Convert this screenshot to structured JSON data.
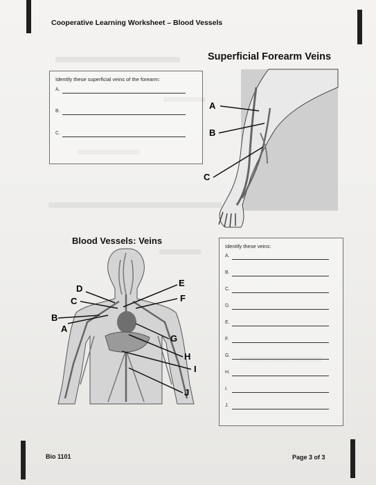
{
  "header": {
    "title": "Cooperative Learning Worksheet – Blood Vessels"
  },
  "forearm": {
    "title": "Superficial Forearm Veins",
    "prompt": "Identify these superficial veins of the forearm:",
    "blanks": [
      "A.",
      "B.",
      "C."
    ],
    "labels": [
      "A",
      "B",
      "C"
    ]
  },
  "veins": {
    "title": "Blood Vessels: Veins",
    "prompt": "Identify these veins:",
    "blanks": [
      "A.",
      "B.",
      "C.",
      "D.",
      "E.",
      "F.",
      "G.",
      "H.",
      "I.",
      "J."
    ],
    "labels": [
      "A",
      "B",
      "C",
      "D",
      "E",
      "F",
      "G",
      "H",
      "I",
      "J"
    ]
  },
  "footer": {
    "course": "Bio 1101",
    "page": "Page 3 of 3"
  }
}
